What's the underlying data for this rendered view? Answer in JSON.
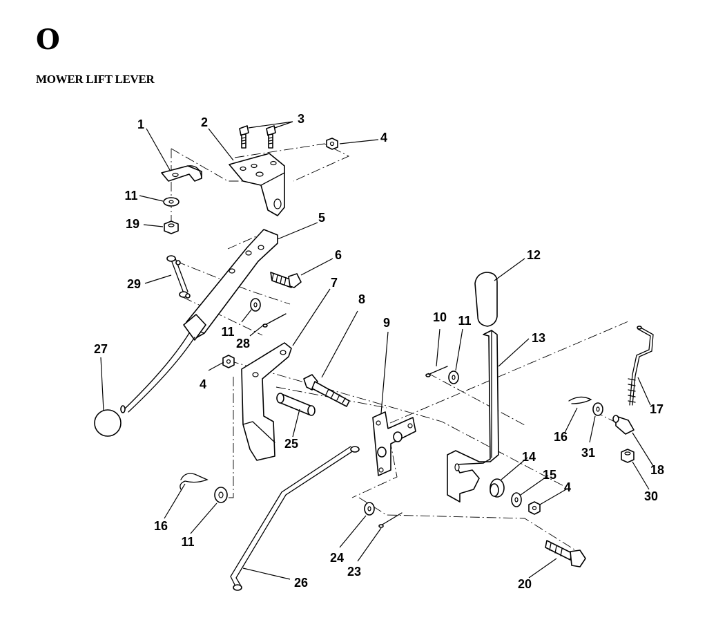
{
  "header": {
    "section_letter": "O",
    "title": "MOWER LIFT LEVER"
  },
  "callouts": [
    "1",
    "2",
    "3",
    "4",
    "11",
    "19",
    "5",
    "6",
    "29",
    "7",
    "8",
    "10",
    "11",
    "12",
    "13",
    "9",
    "11",
    "28",
    "27",
    "4",
    "17",
    "16",
    "31",
    "25",
    "18",
    "14",
    "15",
    "4",
    "30",
    "16",
    "11",
    "24",
    "23",
    "20",
    "26"
  ]
}
